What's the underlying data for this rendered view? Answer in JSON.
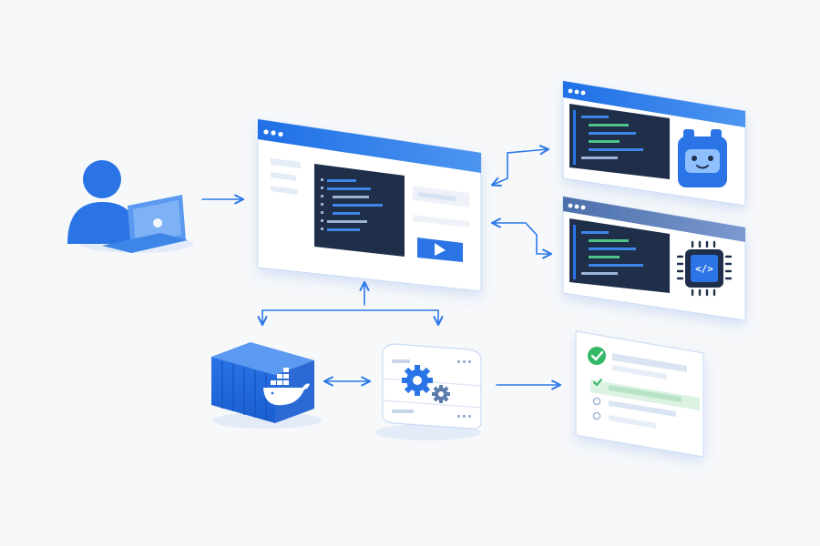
{
  "colors": {
    "background": "#f7f8fa",
    "primary_blue": "#1c6fe8",
    "light_blue": "#6ea8f5",
    "dark_navy": "#1f2f4a",
    "success_green": "#35b868",
    "pale_green": "#dcf3e3",
    "panel_white": "#ffffff",
    "panel_grey": "#eef2f8"
  },
  "nodes": {
    "user": {
      "icon": "user-with-laptop-icon"
    },
    "main_window": {
      "icon": "code-editor-window-icon"
    },
    "bot_window": {
      "icon": "robot-face-icon"
    },
    "chip_window": {
      "icon": "code-chip-icon",
      "chip_symbol": "</>"
    },
    "container": {
      "icon": "docker-whale-icon"
    },
    "server": {
      "icon": "gears-server-icon"
    },
    "checklist": {
      "icon": "checklist-icon",
      "items": 4
    }
  },
  "edges": [
    {
      "from": "user",
      "to": "main_window"
    },
    {
      "from": "main_window",
      "to": "bot_window",
      "bidirectional": true
    },
    {
      "from": "main_window",
      "to": "chip_window",
      "bidirectional": true
    },
    {
      "from": "main_window",
      "to": "container"
    },
    {
      "from": "main_window",
      "to": "server"
    },
    {
      "from": "container",
      "to": "server",
      "bidirectional": true
    },
    {
      "from": "server",
      "to": "checklist"
    }
  ]
}
